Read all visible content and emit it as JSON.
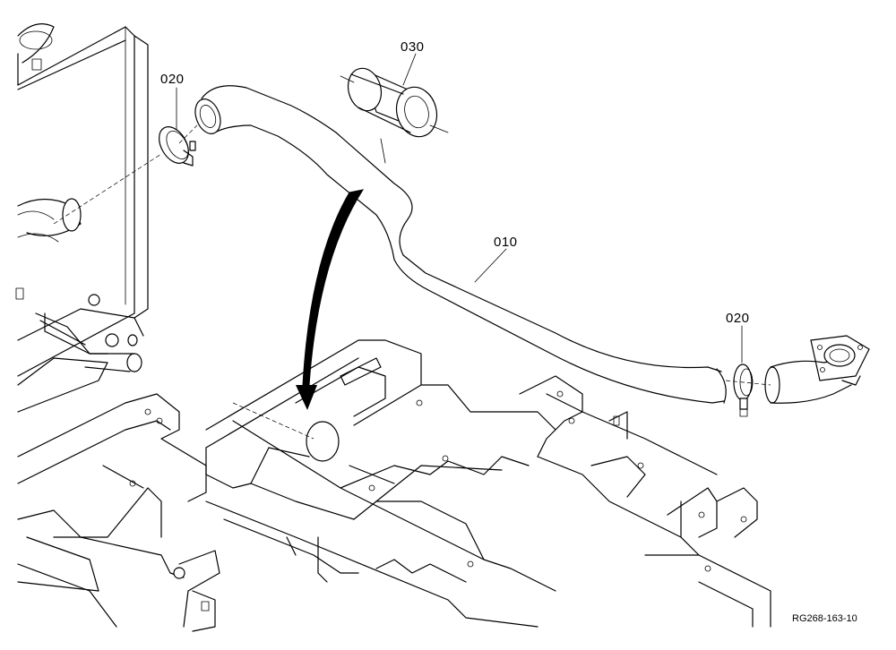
{
  "diagram": {
    "part_labels": {
      "hose": "010",
      "clamp_left": "020",
      "clamp_right": "020",
      "sleeve": "030"
    },
    "reference_code": "RG268-163-10"
  }
}
